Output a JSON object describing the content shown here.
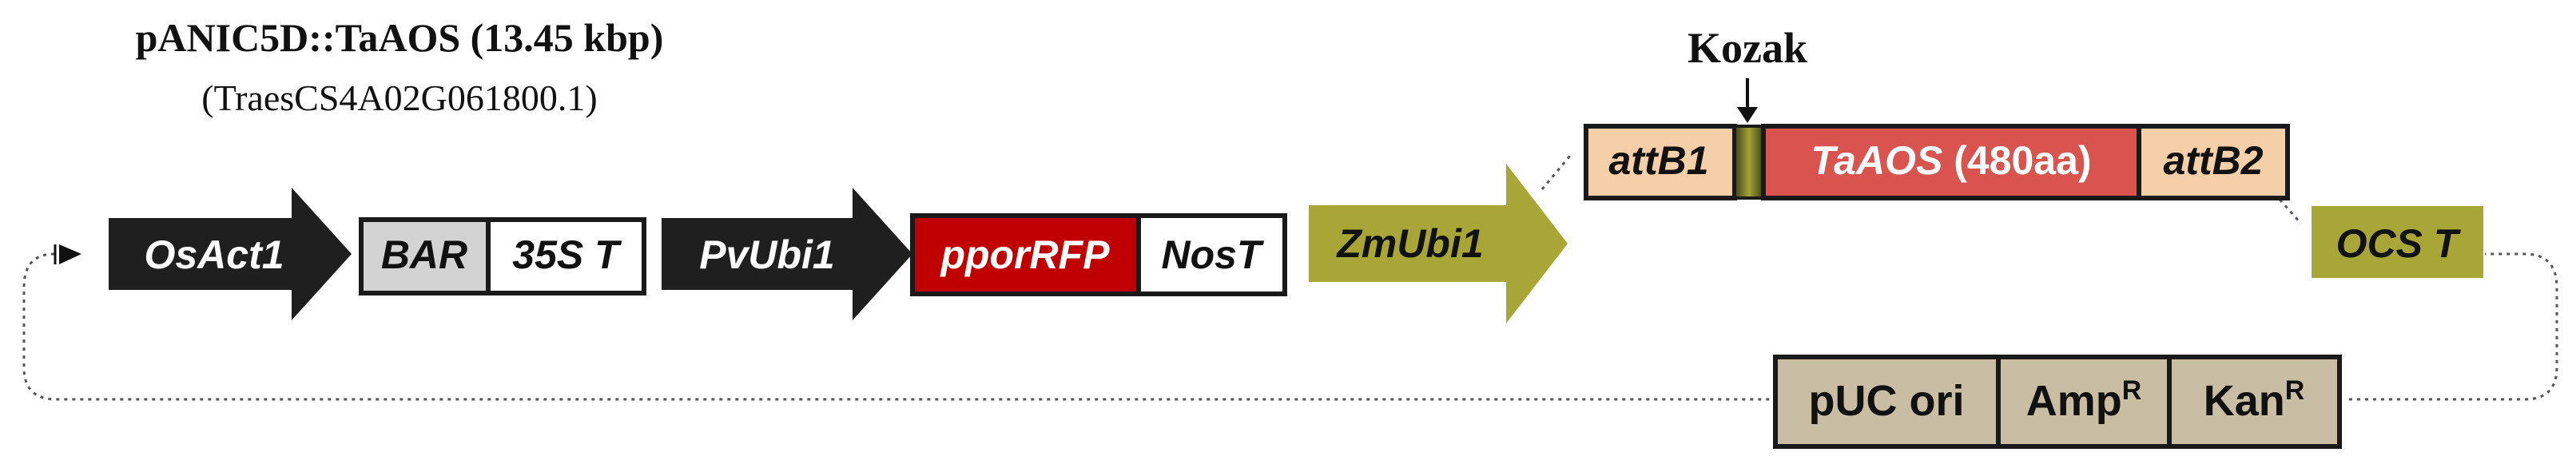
{
  "header": {
    "title": "pANIC5D::TaAOS (13.45 kbp)",
    "subtitle": "(TraesCS4A02G061800.1)"
  },
  "kozak_label": "Kozak",
  "elements": {
    "osact1": "OsAct1",
    "bar": "BAR",
    "t35s": "35S T",
    "pvubi1": "PvUbi1",
    "pporrfp": "pporRFP",
    "nost": "NosT",
    "zmubi1": "ZmUbi1",
    "attb1": "attB1",
    "taaos_gene": "TaAOS",
    "taaos_size": " (480aa)",
    "attb2": "attB2",
    "ocst": "OCS T",
    "puc_ori": "pUC ori",
    "amp": "Amp",
    "amp_sup": "R",
    "kan": "Kan",
    "kan_sup": "R"
  },
  "colors": {
    "black_arrow": "#1f1f1f",
    "olive": "#a8a636",
    "bar_gray": "#d3d3d3",
    "rfp_red": "#c00000",
    "att_peach": "#f5cfa8",
    "taaos_red": "#d9534f",
    "kozak_green": "#6b6a1e",
    "backbone_tan": "#c9bda4"
  }
}
